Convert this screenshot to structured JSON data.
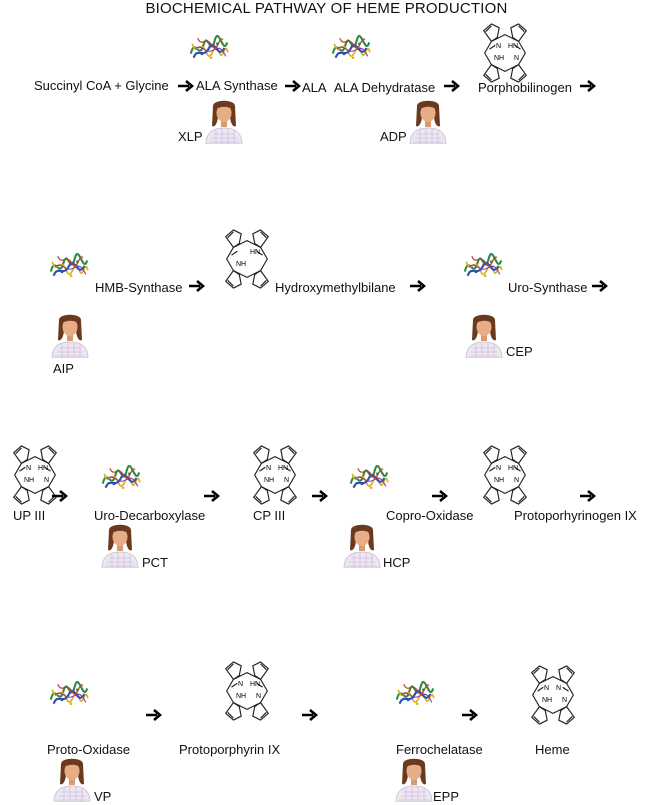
{
  "title": "BIOCHEMICAL PATHWAY OF HEME PRODUCTION",
  "icons": {
    "enzyme": "protein-ribbon-icon",
    "patient": "patient-avatar-icon",
    "ring": "porphyrin-ring-icon"
  },
  "ring_labels": {
    "nh": "NH",
    "hn": "HN",
    "n": "N"
  },
  "row1": {
    "substrate": "Succinyl CoA + Glycine",
    "enzyme1": "ALA Synthase",
    "product1": "ALA",
    "enzyme2": "ALA Dehydratase",
    "product2": "Porphobilinogen",
    "disease1": "XLP",
    "disease2": "ADP"
  },
  "row2": {
    "enzyme1": "HMB-Synthase",
    "product1": "Hydroxymethylbilane",
    "enzyme2": "Uro-Synthase",
    "disease1": "AIP",
    "disease2": "CEP"
  },
  "row3": {
    "product1": "UP III",
    "enzyme1": "Uro-Decarboxylase",
    "product2": "CP III",
    "enzyme2": "Copro-Oxidase",
    "product3": "Protoporhyrinogen IX",
    "disease1": "PCT",
    "disease2": "HCP"
  },
  "row4": {
    "enzyme1": "Proto-Oxidase",
    "product1": "Protoporphyrin IX",
    "enzyme2": "Ferrochelatase",
    "product2": "Heme",
    "disease1": "VP",
    "disease2": "EPP"
  }
}
